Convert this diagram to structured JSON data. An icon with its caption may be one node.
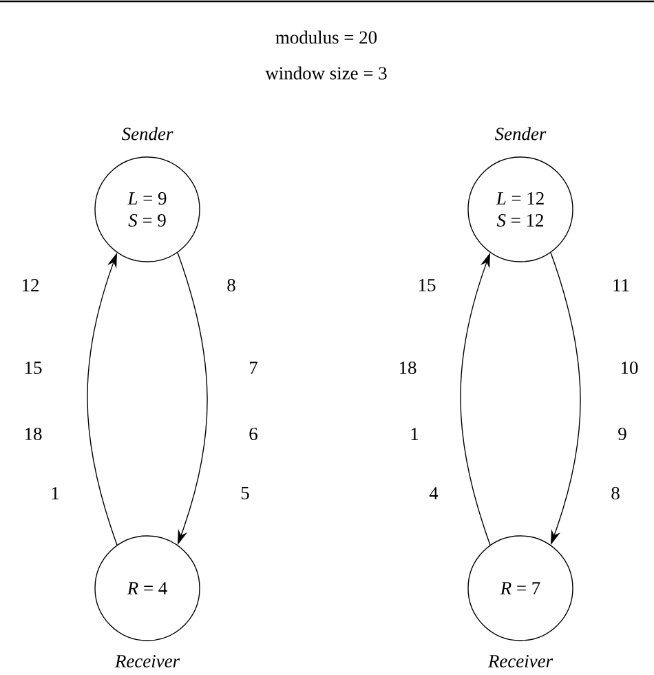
{
  "diagram": {
    "nodes": [
      {
        "text": [
          "Sender",
          "*L* = 9",
          "*S* = 9"
        ]
      },
      {
        "text": [
          "*R* = 4",
          "Receiver"
        ]
      },
      {
        "text": [
          "Sender",
          "*L* = 12",
          "*S* = 12"
        ]
      },
      {
        "text": [
          "*R* = 7",
          "Receiver"
        ]
      }
    ],
    "edges": [
      {
        "from": 1,
        "to": 0,
        "arrow": "to"
      },
      {
        "from": 0,
        "to": 1,
        "arrow": "to"
      },
      {
        "from": 3,
        "to": 2,
        "arrow": "to"
      },
      {
        "from": 2,
        "to": 3,
        "arrow": "to"
      }
    ],
    "labels": [
      "modulus = 20",
      "window size = 3",
      "12",
      "15",
      "18",
      "1",
      "8",
      "7",
      "6",
      "5",
      "15",
      "18",
      "1",
      "4",
      "11",
      "10",
      "9",
      "8"
    ]
  }
}
